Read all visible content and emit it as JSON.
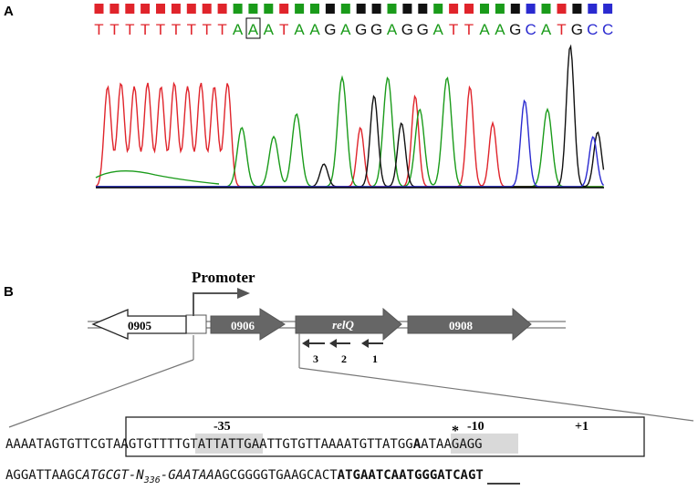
{
  "panels": {
    "a_label": "A",
    "b_label": "B"
  },
  "chromatogram": {
    "bases": "TTTTTTTTTAAATAAGAGGAGGATTAAGCATGCC",
    "boxed_base_index": 10,
    "base_colors": {
      "A": "#1a9b1a",
      "T": "#e0242b",
      "G": "#111111",
      "C": "#2a2ad0"
    }
  },
  "gene_map": {
    "promoter_label": "Promoter",
    "genes": [
      {
        "label": "0905",
        "direction": "left",
        "style": "open"
      },
      {
        "label": "0906",
        "direction": "right",
        "style": "filled"
      },
      {
        "label": "relQ",
        "direction": "right",
        "style": "filled",
        "italic": true
      },
      {
        "label": "0908",
        "direction": "right",
        "style": "filled"
      }
    ],
    "primers": [
      "3",
      "2",
      "1"
    ],
    "colors": {
      "gene_fill": "#666666",
      "line": "#777777"
    }
  },
  "sequence": {
    "line1": "AAAATAGTGTTCGTAAGTGTTTTGTATTATTGAATTGTGTTAAAATGTTATGGAATAAGAGG",
    "line2_plain_1": "AGGATTAAGC",
    "line2_italic_1": "ATGCGT-N",
    "line2_subscript": "336",
    "line2_italic_2": "-GAATAA",
    "line2_plain_2": "AGCGGGGTGAAGCACT",
    "line2_bold": "ATGAATCAATGGGATCAGT",
    "label_minus35": "-35",
    "label_minus10": "-10",
    "label_plus1": "+1",
    "asterisk": "*",
    "highlight_color": "#d9d9d9"
  }
}
